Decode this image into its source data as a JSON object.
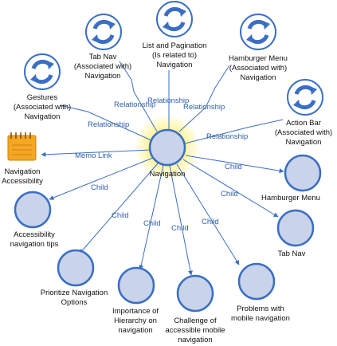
{
  "center": {
    "label": "Navigation"
  },
  "related": [
    {
      "id": "tabnav",
      "lines": [
        "Tab Nav",
        "(Associated with)",
        "Navigation"
      ],
      "edge": "Relationship"
    },
    {
      "id": "listpag",
      "lines": [
        "List and Pagination",
        "(Is related to)",
        "Navigation"
      ],
      "edge": "Relationship"
    },
    {
      "id": "hamb-rel",
      "lines": [
        "Hamburger Menu",
        "(Associated with)",
        "Navigation"
      ],
      "edge": "Relationship"
    },
    {
      "id": "gestures",
      "lines": [
        "Gestures",
        "(Associated with)",
        "Navigation"
      ],
      "edge": "Relationship"
    },
    {
      "id": "actionbar",
      "lines": [
        "Action Bar",
        "(Associated with)",
        "Navigation"
      ],
      "edge": "Relationship"
    }
  ],
  "memo": {
    "lines": [
      "Navigation",
      "Accessibility"
    ],
    "edge": "Memo Link"
  },
  "children": [
    {
      "id": "hamburger",
      "lines": [
        "Hamburger Menu"
      ],
      "edge": "Child"
    },
    {
      "id": "tabnav-c",
      "lines": [
        "Tab Nav"
      ],
      "edge": "Child"
    },
    {
      "id": "access",
      "lines": [
        "Accessibility",
        "navigation tips"
      ],
      "edge": "Child"
    },
    {
      "id": "prioritize",
      "lines": [
        "Prioritize Navigation",
        "Options"
      ],
      "edge": "Child"
    },
    {
      "id": "importance",
      "lines": [
        "Importance of",
        "Hierarchy on",
        "navigation"
      ],
      "edge": "Child"
    },
    {
      "id": "challenge",
      "lines": [
        "Challenge of",
        "accessible mobile",
        "navigation"
      ],
      "edge": "Child"
    },
    {
      "id": "problems",
      "lines": [
        "Problems with",
        "mobile navigation"
      ],
      "edge": "Child"
    }
  ],
  "colors": {
    "accent": "#3a6fc4",
    "node_fill": "#c9d3ea",
    "highlight": "#fff27a",
    "edge_label": "#2f5fa8",
    "memo": "#f5a623"
  }
}
